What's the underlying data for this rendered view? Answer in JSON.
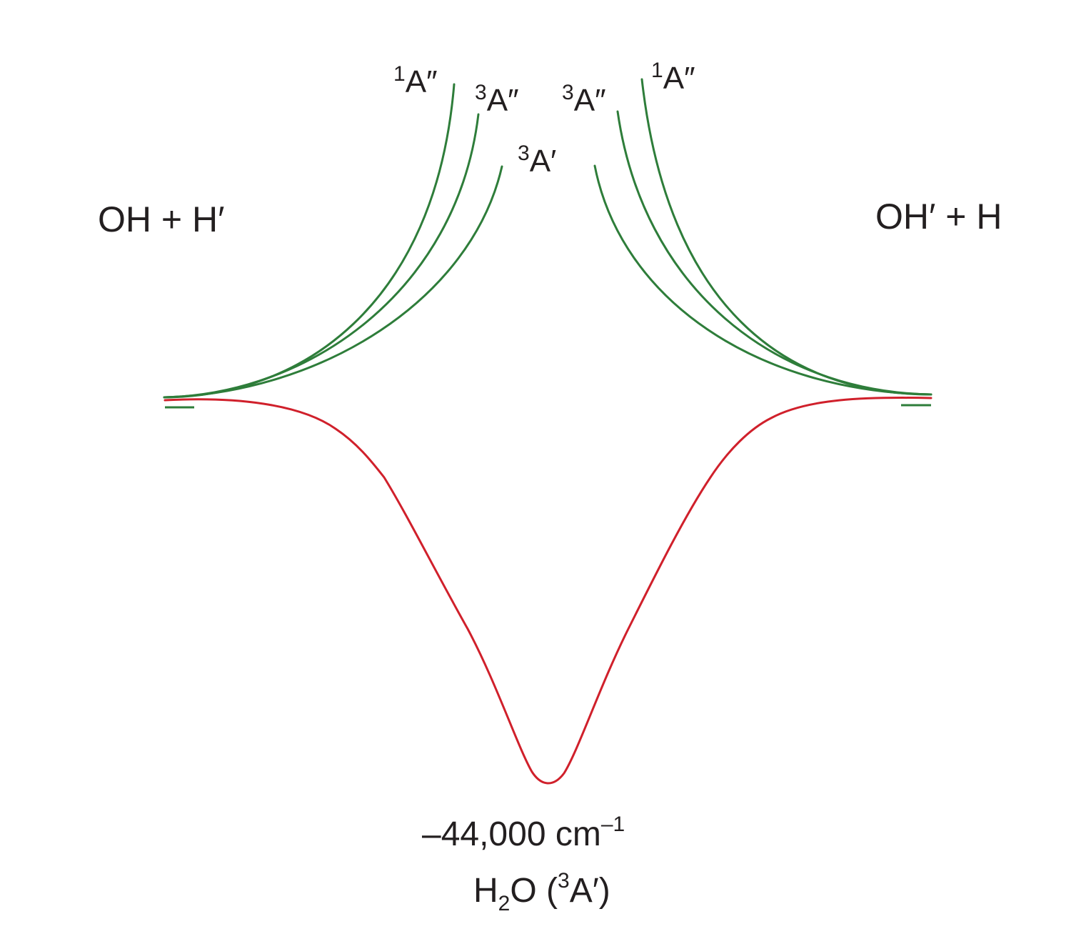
{
  "colors": {
    "excited_curves": "#2e7d3a",
    "ground_curve": "#d0202b",
    "text": "#231f20"
  },
  "labels": {
    "reactant_left": "OH + H′",
    "reactant_right": "OH′ + H",
    "state_outer_left": {
      "multiplicity": "1",
      "symbol": "A″"
    },
    "state_inner_left": {
      "multiplicity": "3",
      "symbol": "A″"
    },
    "state_inner_right": {
      "multiplicity": "3",
      "symbol": "A″"
    },
    "state_outer_right": {
      "multiplicity": "1",
      "symbol": "A″"
    },
    "state_center": {
      "multiplicity": "3",
      "symbol": "A′"
    },
    "well_depth": {
      "value": "–44,000 cm",
      "exponent": "–1"
    },
    "complex": {
      "species_a": "H",
      "subscript": "2",
      "species_b": "O (",
      "multiplicity": "3",
      "symbol": "A′",
      "close": ")"
    }
  }
}
